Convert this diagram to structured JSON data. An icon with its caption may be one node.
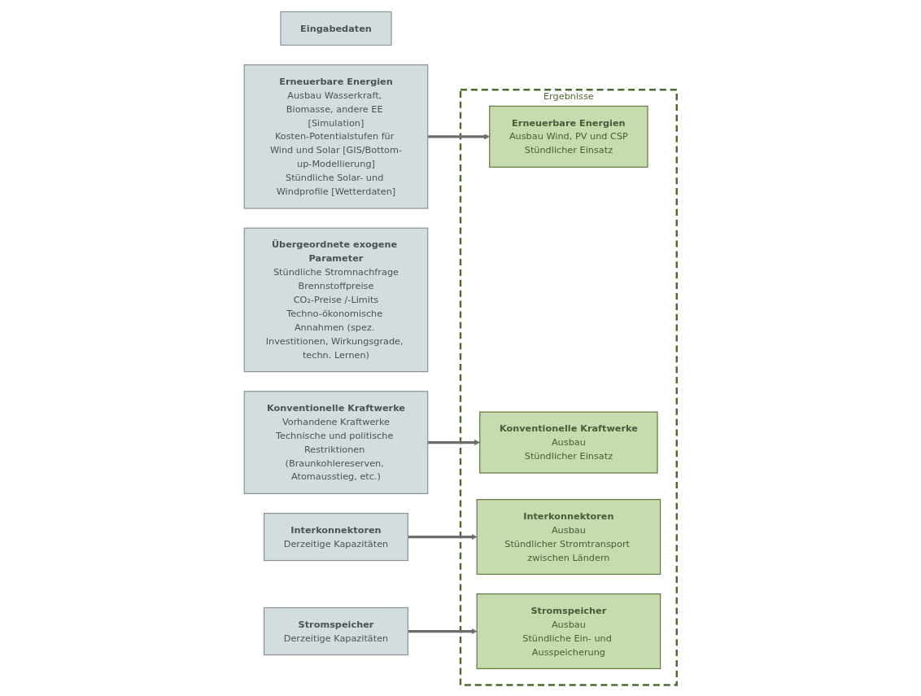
{
  "diagram": {
    "nodes": [
      {
        "text": [
          "Eingabedaten"
        ]
      },
      {
        "text": [
          "Erneuerbare Energien",
          "Ausbau Wasserkraft, Biomasse, andere EE [Simulation]",
          "Kosten-Potentialstufen für Wind und Solar [GIS/Bottom-up-Modellierung]",
          "Stündliche Solar- und Windprofile [Wetterdaten]"
        ]
      },
      {
        "text": [
          "Übergeordnete exogene Parameter",
          "Stündliche Stromnachfrage",
          "Brennstoffpreise",
          "CO₂-Preise /-Limits",
          "Techno-ökonomische Annahmen (spez. Investitionen, Wirkungsgrade, techn. Lernen)"
        ]
      },
      {
        "text": [
          "Konventionelle Kraftwerke",
          "Vorhandene Kraftwerke",
          "Technische und politische Restriktionen (Braunkohlereserven, Atomausstieg, etc.)"
        ]
      },
      {
        "text": [
          "Ergebnisse"
        ]
      },
      {
        "text": [
          "Erneuerbare Energien",
          "Ausbau Wind, PV und CSP",
          "Stündlicher Einsatz"
        ],
        "in": 4
      },
      {
        "text": [
          "Konventionelle Kraftwerke",
          "Ausbau",
          "Stündlicher Einsatz"
        ],
        "in": 4
      },
      {
        "text": [
          "Interkonnektoren",
          "Derzeitige Kapazitäten"
        ]
      },
      {
        "text": [
          "Interkonnektoren",
          "Ausbau",
          "Stündlicher Stromtransport zwischen Ländern"
        ],
        "in": 4
      },
      {
        "text": [
          "Stromspeicher",
          "Ausbau",
          "Stündliche Ein- und Ausspeicherung"
        ],
        "in": 4
      },
      {
        "text": [
          "Stromspeicher",
          "Derzeitige Kapazitäten"
        ]
      }
    ],
    "edges": [
      {
        "from": 1,
        "to": 5,
        "arrow": "to"
      },
      {
        "from": 3,
        "to": 6,
        "arrow": "to"
      },
      {
        "from": 7,
        "to": 8,
        "arrow": "to"
      },
      {
        "from": 10,
        "to": 9,
        "arrow": "to"
      }
    ]
  }
}
